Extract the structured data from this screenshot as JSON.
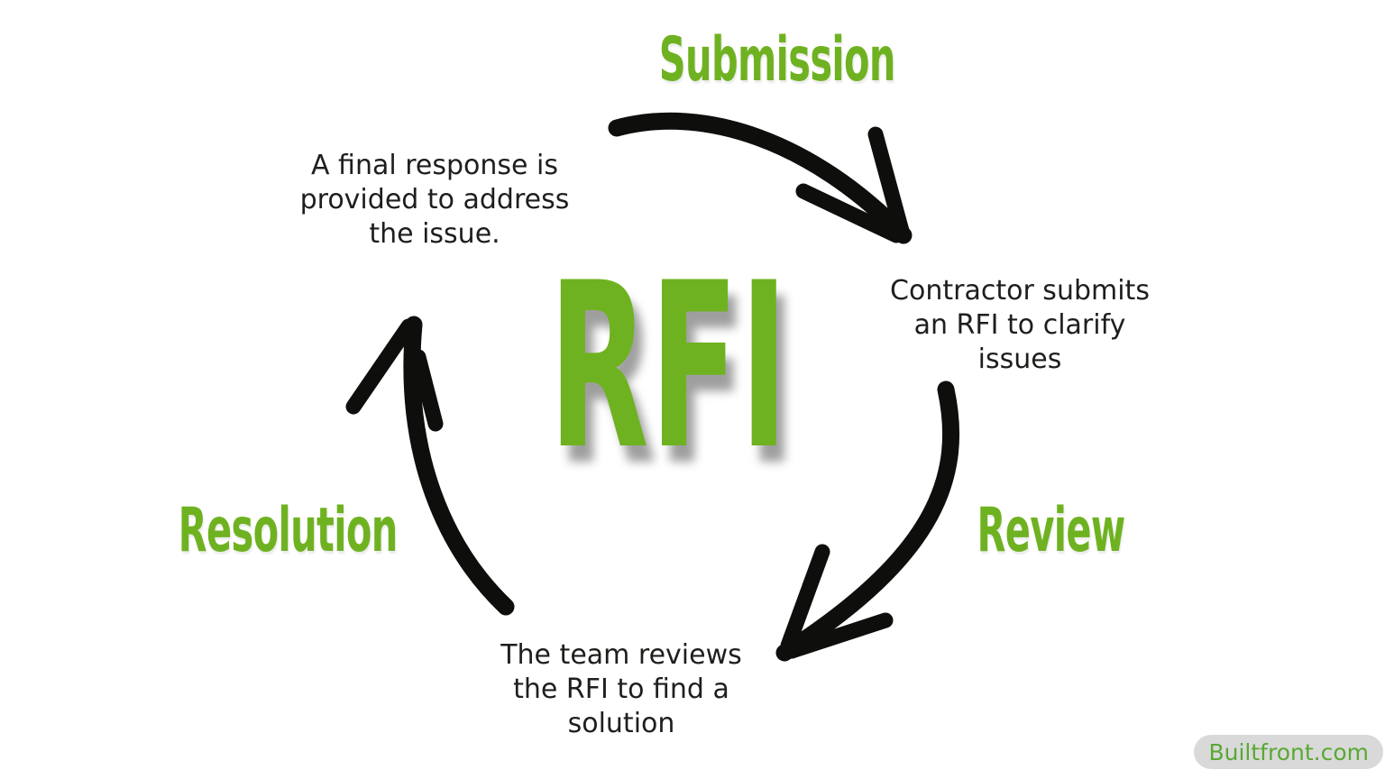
{
  "colors": {
    "green": "#6fb221",
    "ink": "#1e1e1c",
    "arrow": "#0e0e0c",
    "badge-bg": "#d9d9d9",
    "badge-text": "#5aa834",
    "background": "#ffffff"
  },
  "center": {
    "title": "RFI"
  },
  "stages": {
    "submission": {
      "label": "Submission",
      "desc_lines": [
        "Contractor submits",
        "an RFI to clarify",
        "issues"
      ]
    },
    "review": {
      "label": "Review",
      "desc_lines": [
        "The team reviews",
        "the RFI to find a",
        "solution"
      ]
    },
    "resolution": {
      "label": "Resolution",
      "desc_lines": [
        "A final response is",
        "provided to address",
        "the issue."
      ]
    }
  },
  "footer": {
    "watermark": "Builtfront.com"
  }
}
